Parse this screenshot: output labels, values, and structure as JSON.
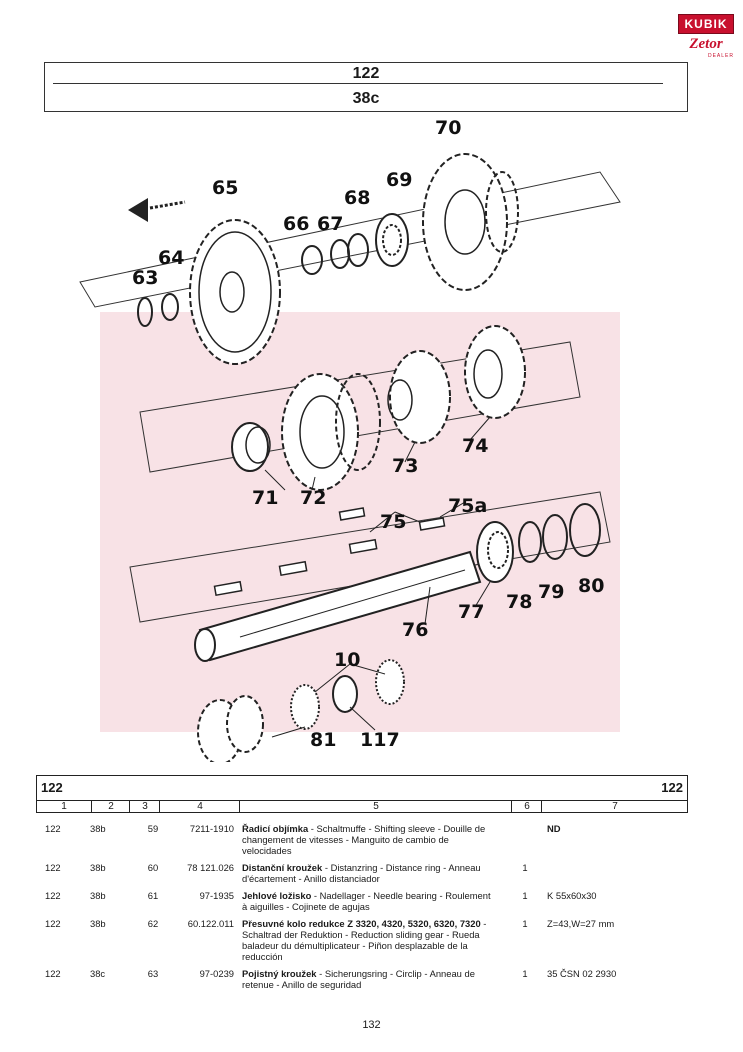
{
  "logo": {
    "brand": "KUBIK",
    "make": "Zetor",
    "tag": "DEALER"
  },
  "header": {
    "group": "122",
    "subgroup": "38c"
  },
  "diagram_labels": [
    "70",
    "65",
    "69",
    "68",
    "66",
    "67",
    "64",
    "63",
    "74",
    "73",
    "72",
    "71",
    "75",
    "75a",
    "77",
    "78",
    "79",
    "80",
    "76",
    "10",
    "81",
    "117"
  ],
  "table": {
    "group_left": "122",
    "group_right": "122",
    "columns": [
      "1",
      "2",
      "3",
      "4",
      "5",
      "6",
      "7"
    ],
    "rows": [
      {
        "c1": "122",
        "c2": "38b",
        "c3": "59",
        "c4": "7211-1910",
        "name": "Řadicí objímka",
        "desc": " - Schaltmuffe - Shifting sleeve - Douille de changement de vitesses - Manguito de cambio de velocidades",
        "qty": "",
        "note": "ND"
      },
      {
        "c1": "122",
        "c2": "38b",
        "c3": "60",
        "c4": "78 121.026",
        "name": "Distanční kroužek",
        "desc": " - Distanzring - Distance ring - Anneau d'écartement - Anillo distanciador",
        "qty": "1",
        "note": ""
      },
      {
        "c1": "122",
        "c2": "38b",
        "c3": "61",
        "c4": "97-1935",
        "name": "Jehlové ložisko",
        "desc": " - Nadellager - Needle bearing - Roulement à aiguilles - Cojinete de agujas",
        "qty": "1",
        "note": "K 55x60x30"
      },
      {
        "c1": "122",
        "c2": "38b",
        "c3": "62",
        "c4": "60.122.011",
        "name": "Přesuvné kolo redukce Z 3320, 4320, 5320, 6320, 7320",
        "desc": " - Schaltrad der Reduktion - Reduction sliding gear - Rueda baladeur du démultiplicateur - Piñon desplazable de la reducción",
        "qty": "1",
        "note": "Z=43,W=27 mm"
      },
      {
        "c1": "122",
        "c2": "38c",
        "c3": "63",
        "c4": "97-0239",
        "name": "Pojistný kroužek",
        "desc": " - Sicherungsring - Circlip - Anneau de retenue - Anillo de seguridad",
        "qty": "1",
        "note": "35 ČSN 02 2930"
      }
    ]
  },
  "page_number": "132"
}
